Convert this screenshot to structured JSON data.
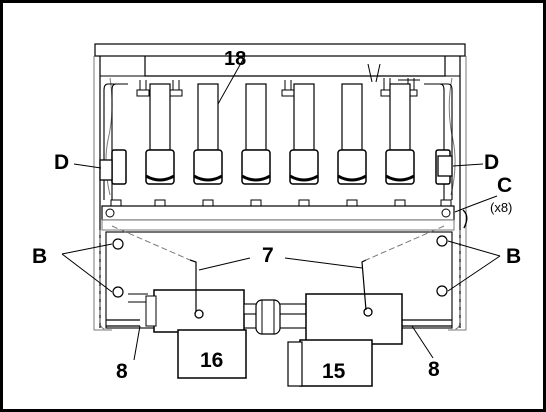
{
  "diagram": {
    "labels": {
      "tube_18": "18",
      "sensor_left": "D",
      "sensor_right": "D",
      "screw_c": "C",
      "screw_c_count": "(x8)",
      "brackets_left": "B",
      "brackets_right": "B",
      "wire_7": "7",
      "hose_left": "8",
      "hose_right": "8",
      "box_16": "16",
      "box_15": "15"
    }
  }
}
